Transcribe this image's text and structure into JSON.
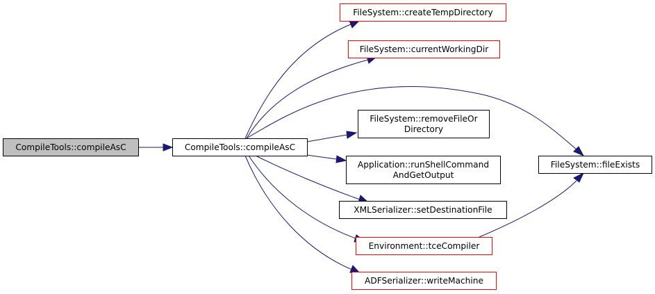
{
  "colors": {
    "edge": "#191970",
    "border_default": "#000000",
    "border_undocumented": "#ff0000",
    "fill_focus": "#bfbfbf",
    "fill_default": "#ffffff"
  },
  "nodes": [
    {
      "id": "compileAsC_caller",
      "lines": [
        "CompileTools::compileAsC"
      ],
      "style": "focus"
    },
    {
      "id": "compileAsC",
      "lines": [
        "CompileTools::compileAsC"
      ],
      "style": "default"
    },
    {
      "id": "createTempDirectory",
      "lines": [
        "FileSystem::createTempDirectory"
      ],
      "style": "undocumented"
    },
    {
      "id": "currentWorkingDir",
      "lines": [
        "FileSystem::currentWorkingDir"
      ],
      "style": "undocumented"
    },
    {
      "id": "removeFileOrDirectory",
      "lines": [
        "FileSystem::removeFileOr",
        "Directory"
      ],
      "style": "default"
    },
    {
      "id": "runShellCommandAndGetOutput",
      "lines": [
        "Application::runShellCommand",
        "AndGetOutput"
      ],
      "style": "default"
    },
    {
      "id": "setDestinationFile",
      "lines": [
        "XMLSerializer::setDestinationFile"
      ],
      "style": "default"
    },
    {
      "id": "tceCompiler",
      "lines": [
        "Environment::tceCompiler"
      ],
      "style": "undocumented"
    },
    {
      "id": "writeMachine",
      "lines": [
        "ADFSerializer::writeMachine"
      ],
      "style": "undocumented"
    },
    {
      "id": "fileExists",
      "lines": [
        "FileSystem::fileExists"
      ],
      "style": "default"
    }
  ],
  "edges": [
    {
      "from": "compileAsC_caller",
      "to": "compileAsC"
    },
    {
      "from": "compileAsC",
      "to": "createTempDirectory"
    },
    {
      "from": "compileAsC",
      "to": "currentWorkingDir"
    },
    {
      "from": "compileAsC",
      "to": "fileExists"
    },
    {
      "from": "compileAsC",
      "to": "removeFileOrDirectory"
    },
    {
      "from": "compileAsC",
      "to": "runShellCommandAndGetOutput"
    },
    {
      "from": "compileAsC",
      "to": "setDestinationFile"
    },
    {
      "from": "compileAsC",
      "to": "tceCompiler"
    },
    {
      "from": "compileAsC",
      "to": "writeMachine"
    },
    {
      "from": "tceCompiler",
      "to": "fileExists"
    }
  ]
}
